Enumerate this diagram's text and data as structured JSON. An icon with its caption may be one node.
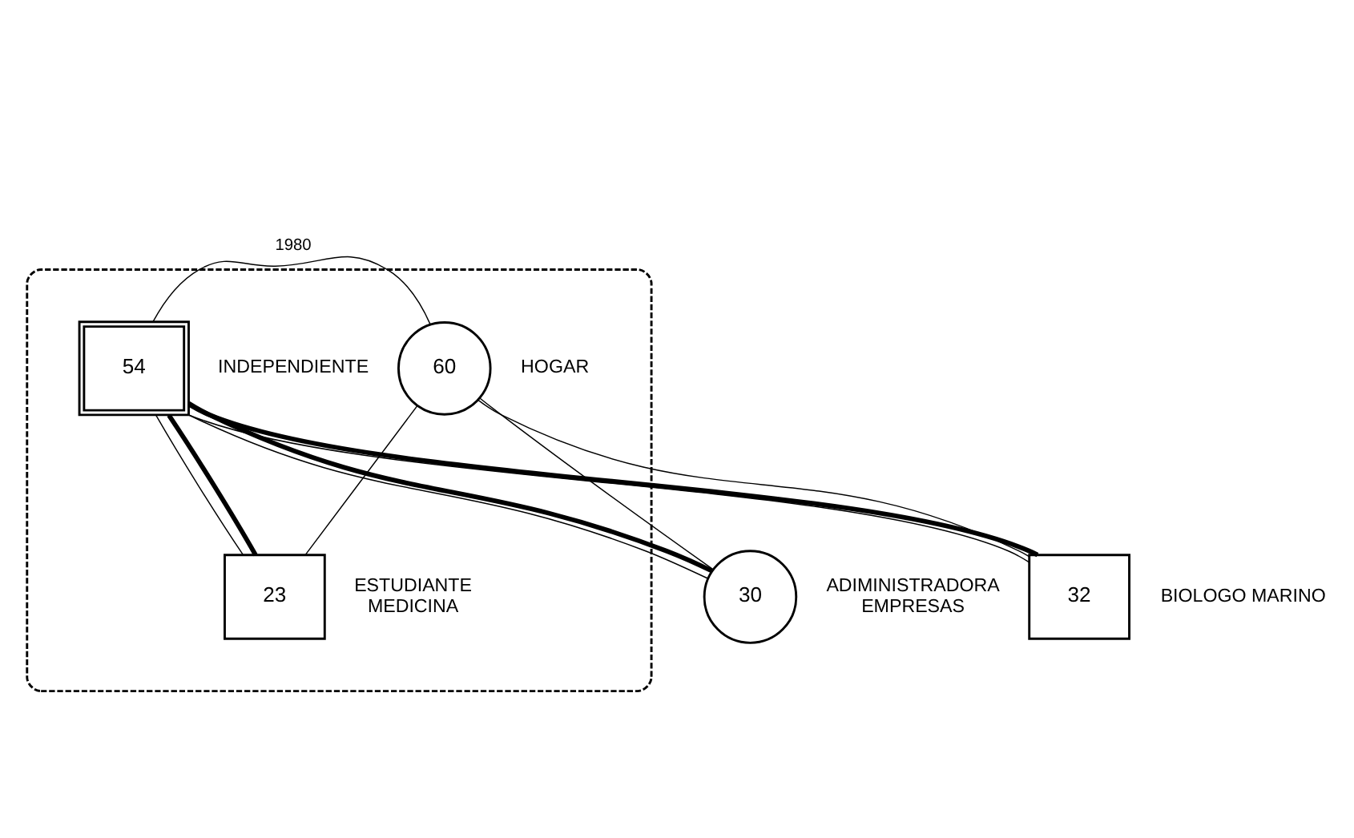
{
  "diagram": {
    "nodes": [
      {
        "text": [],
        "shape": "cloud"
      },
      {
        "text": [
          "54"
        ],
        "beside": [
          "INDEPENDIENTE"
        ],
        "in": 0
      },
      {
        "text": [
          "60"
        ],
        "beside": [
          "HOGAR"
        ],
        "in": 0
      },
      {
        "text": [
          "32"
        ],
        "beside": [
          "BIOLOGO MARINO"
        ]
      },
      {
        "text": [
          "30"
        ],
        "beside": [
          "ADIMINISTRADORA EMPRESAS"
        ]
      },
      {
        "text": [
          "23"
        ],
        "beside": [
          "ESTUDIANTE MEDICINA"
        ],
        "in": 0
      }
    ],
    "edges": [
      {
        "from": 1,
        "to": 2,
        "arrow": "none",
        "label": "1980"
      },
      {
        "from": 1,
        "to": 3,
        "arrow": "none"
      },
      {
        "from": 2,
        "to": 3,
        "arrow": "none"
      },
      {
        "from": 1,
        "to": 4,
        "arrow": "none"
      },
      {
        "from": 2,
        "to": 4,
        "arrow": "none"
      },
      {
        "from": 1,
        "to": 5,
        "arrow": "none"
      },
      {
        "from": 2,
        "to": 5,
        "arrow": "none"
      },
      {
        "from": 1,
        "to": 3,
        "arrow": "none",
        "style": "thick"
      },
      {
        "from": 1,
        "to": 4,
        "arrow": "none",
        "style": "thick"
      },
      {
        "from": 1,
        "to": 5,
        "arrow": "none",
        "style": "thick"
      }
    ]
  }
}
